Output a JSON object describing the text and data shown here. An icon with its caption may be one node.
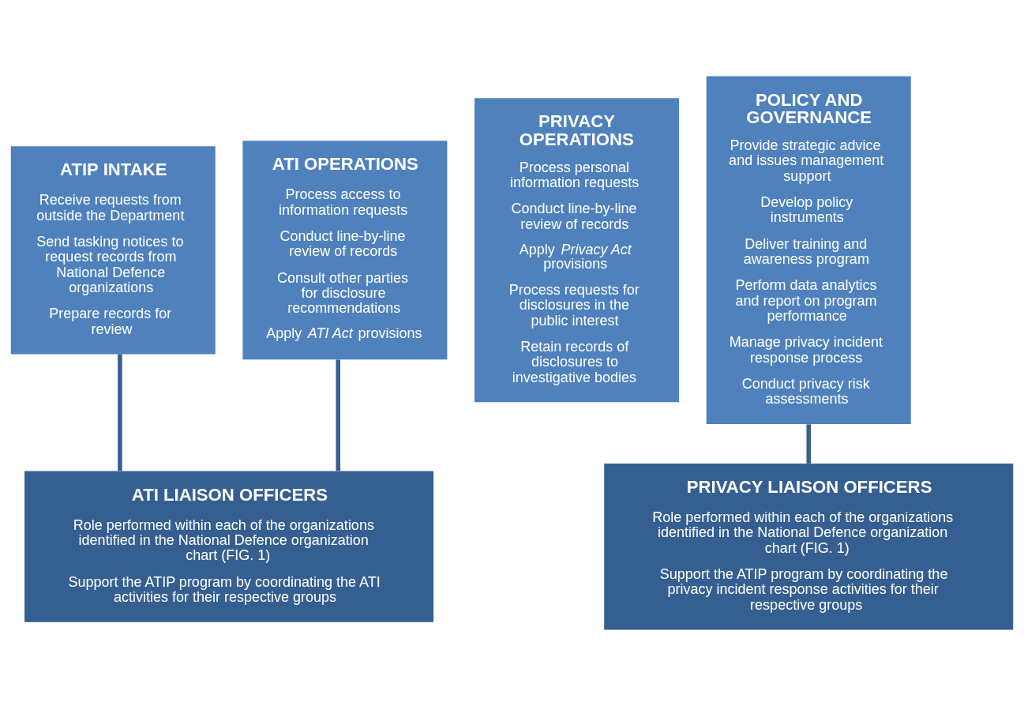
{
  "diagram": {
    "nodes": [
      {
        "text": [
          "ATIP INTAKE",
          "Receive requests from outside the Department",
          "Send tasking notices to request records from National Defence organizations",
          "Prepare records for review"
        ]
      },
      {
        "text": [
          "ATI OPERATIONS",
          "Process access to information requests",
          "Conduct line-by-line review of records",
          "Consult other parties for disclosure recommendations",
          "Apply *ATI Act* provisions"
        ]
      },
      {
        "text": [
          "PRIVACY OPERATIONS",
          "Process personal information requests",
          "Conduct line-by-line review of records",
          "Apply *Privacy Act* provisions",
          "Process requests for disclosures in the public interest",
          "Retain records of disclosures to investigative bodies"
        ]
      },
      {
        "text": [
          "POLICY AND GOVERNANCE",
          "Provide strategic advice and issues management support",
          "Develop policy instruments",
          "Deliver training and awareness program",
          "Perform data analytics and report on program performance",
          "Manage privacy incident response process",
          "Conduct privacy risk assessments"
        ]
      },
      {
        "text": [
          "ATI LIAISON OFFICERS",
          "Role performed within each of the organizations identified in the National Defence organization chart (FIG. 1)",
          "Support the ATIP program by coordinating the ATI activities for their respective groups"
        ]
      },
      {
        "text": [
          "PRIVACY LIAISON OFFICERS",
          "Role performed within each of the organizations identified in the National Defence organization chart (FIG. 1)",
          "Support the ATIP program by coordinating the privacy incident response activities for their respective groups"
        ]
      }
    ],
    "edges": [
      {
        "from": 0,
        "to": 4,
        "arrow": "none"
      },
      {
        "from": 1,
        "to": 4,
        "arrow": "none"
      },
      {
        "from": 3,
        "to": 5,
        "arrow": "none"
      }
    ]
  }
}
